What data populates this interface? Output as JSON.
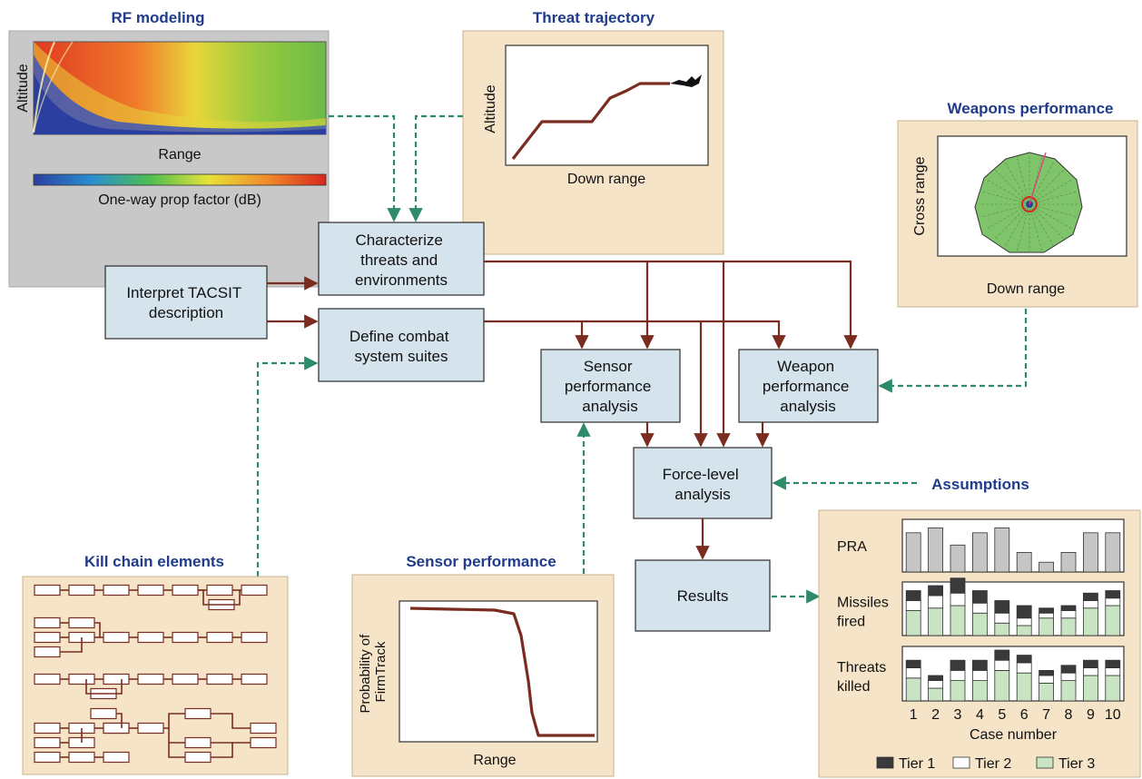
{
  "headings": {
    "rf": "RF modeling",
    "threat": "Threat trajectory",
    "weapons": "Weapons performance",
    "killchain": "Kill chain elements",
    "sensorperf": "Sensor performance",
    "assumptions": "Assumptions"
  },
  "rf_panel": {
    "ylabel": "Altitude",
    "xlabel": "Range",
    "colorbar_label": "One-way prop factor (dB)"
  },
  "threat_panel": {
    "ylabel": "Altitude",
    "xlabel": "Down range"
  },
  "weapons_panel": {
    "ylabel": "Cross range",
    "xlabel": "Down range"
  },
  "sensor_panel": {
    "ylabel_line1": "Probability of",
    "ylabel_line2": "FirmTrack",
    "xlabel": "Range"
  },
  "boxes": {
    "characterize": [
      "Characterize",
      "threats and",
      "environments"
    ],
    "interpret": [
      "Interpret TACSIT",
      "description"
    ],
    "define": [
      "Define combat",
      "system suites"
    ],
    "sensor": [
      "Sensor",
      "performance",
      "analysis"
    ],
    "weapon": [
      "Weapon",
      "performance",
      "analysis"
    ],
    "force": [
      "Force-level",
      "analysis"
    ],
    "results": [
      "Results"
    ]
  },
  "chart_data": {
    "type": "bar",
    "xlabel": "Case number",
    "categories": [
      "1",
      "2",
      "3",
      "4",
      "5",
      "6",
      "7",
      "8",
      "9",
      "10"
    ],
    "rows": [
      {
        "label": [
          "PRA"
        ],
        "series": [
          {
            "values": [
              16,
              18,
              11,
              16,
              18,
              8,
              4,
              8,
              16,
              16
            ]
          }
        ]
      },
      {
        "label": [
          "Missiles",
          "fired"
        ],
        "series": [
          {
            "name": "Tier 3",
            "values": [
              10,
              11,
              12,
              9,
              5,
              4,
              7,
              7,
              11,
              12
            ]
          },
          {
            "name": "Tier 2",
            "values": [
              4,
              5,
              5,
              4,
              4,
              3,
              2,
              3,
              3,
              3
            ]
          },
          {
            "name": "Tier 1",
            "values": [
              4,
              4,
              6,
              5,
              5,
              5,
              2,
              2,
              3,
              3
            ]
          }
        ]
      },
      {
        "label": [
          "Threats",
          "killed"
        ],
        "series": [
          {
            "name": "Tier 3",
            "values": [
              9,
              5,
              8,
              8,
              12,
              11,
              7,
              8,
              10,
              10
            ]
          },
          {
            "name": "Tier 2",
            "values": [
              4,
              3,
              4,
              4,
              4,
              4,
              3,
              3,
              3,
              3
            ]
          },
          {
            "name": "Tier 1",
            "values": [
              3,
              2,
              4,
              4,
              4,
              3,
              2,
              3,
              3,
              3
            ]
          }
        ]
      }
    ],
    "legend": [
      "Tier 1",
      "Tier 2",
      "Tier 3"
    ],
    "colors": {
      "Tier 1": "#3a3a3a",
      "Tier 2": "#ffffff",
      "Tier 3": "#c9e4c2",
      "PRA": "#c6c6c6"
    }
  },
  "colors": {
    "arrow": "#7a2c20",
    "dashed_arrow": "#2e8b6a",
    "box_fill": "#d5e3ec",
    "heading": "#1f3b8a",
    "panel_fill": "#f5e4c8"
  }
}
